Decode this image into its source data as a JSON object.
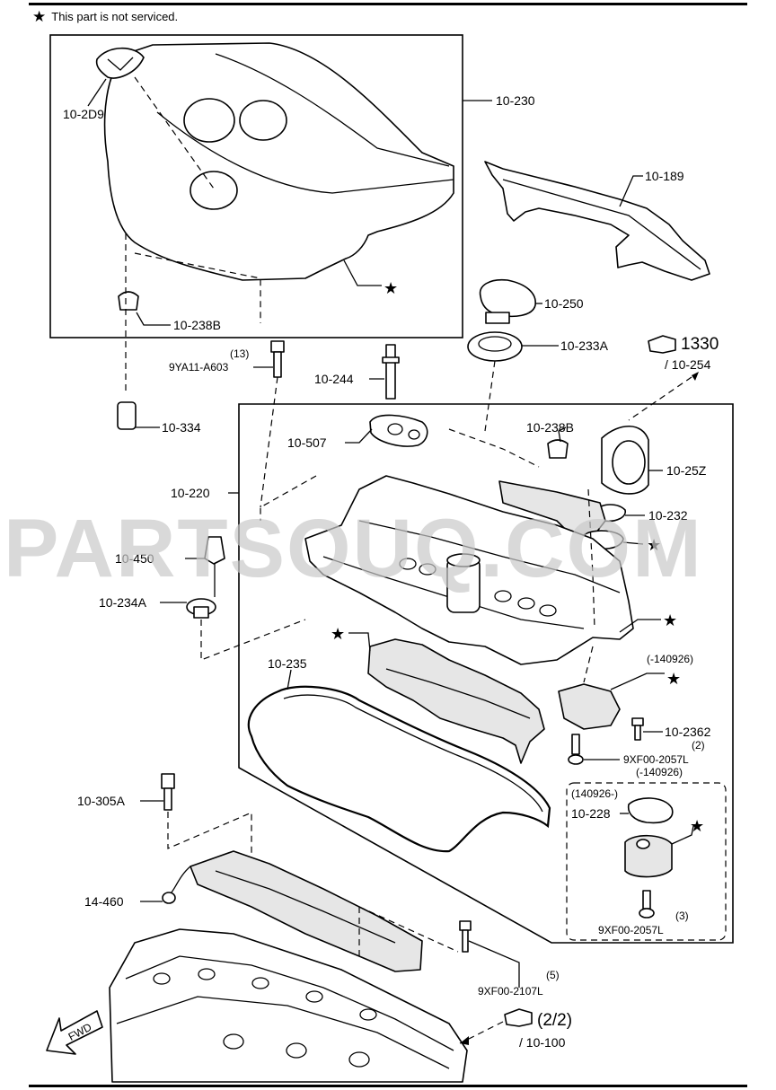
{
  "note": {
    "star": "★",
    "text": "This part is not serviced."
  },
  "watermark": "PARTSOUQ.COM",
  "labels": {
    "p_10_2D9": "10-2D9",
    "p_10_230": "10-230",
    "p_10_189": "10-189",
    "p_10_238B_a": "10-238B",
    "p_10_250": "10-250",
    "p_10_233A": "10-233A",
    "ref_1330": "1330",
    "ref_1330_sub": "/ 10-254",
    "qty_13": "(13)",
    "p_9YA11_A603": "9YA11-A603",
    "p_10_244": "10-244",
    "p_10_334": "10-334",
    "p_10_507": "10-507",
    "p_10_238B_b": "10-238B",
    "p_10_25Z": "10-25Z",
    "p_10_220": "10-220",
    "p_10_232": "10-232",
    "p_10_450": "10-450",
    "p_10_234A": "10-234A",
    "date_140926_a": "(-140926)",
    "p_10_235": "10-235",
    "p_10_2362": "10-2362",
    "qty_2": "(2)",
    "p_9XF00_2057L_a": "9XF00-2057L",
    "date_140926_b": "(-140926)",
    "p_10_305A": "10-305A",
    "date_140926_c": "(140926-)",
    "p_10_228": "10-228",
    "qty_3": "(3)",
    "p_9XF00_2057L_b": "9XF00-2057L",
    "p_14_460": "14-460",
    "qty_5": "(5)",
    "p_9XF00_2107L": "9XF00-2107L",
    "ref_2_2": "(2/2)",
    "ref_2_2_sub": "/ 10-100",
    "fwd": "FWD"
  },
  "stars": [
    "★",
    "★",
    "★",
    "★",
    "★",
    "★",
    "★"
  ]
}
